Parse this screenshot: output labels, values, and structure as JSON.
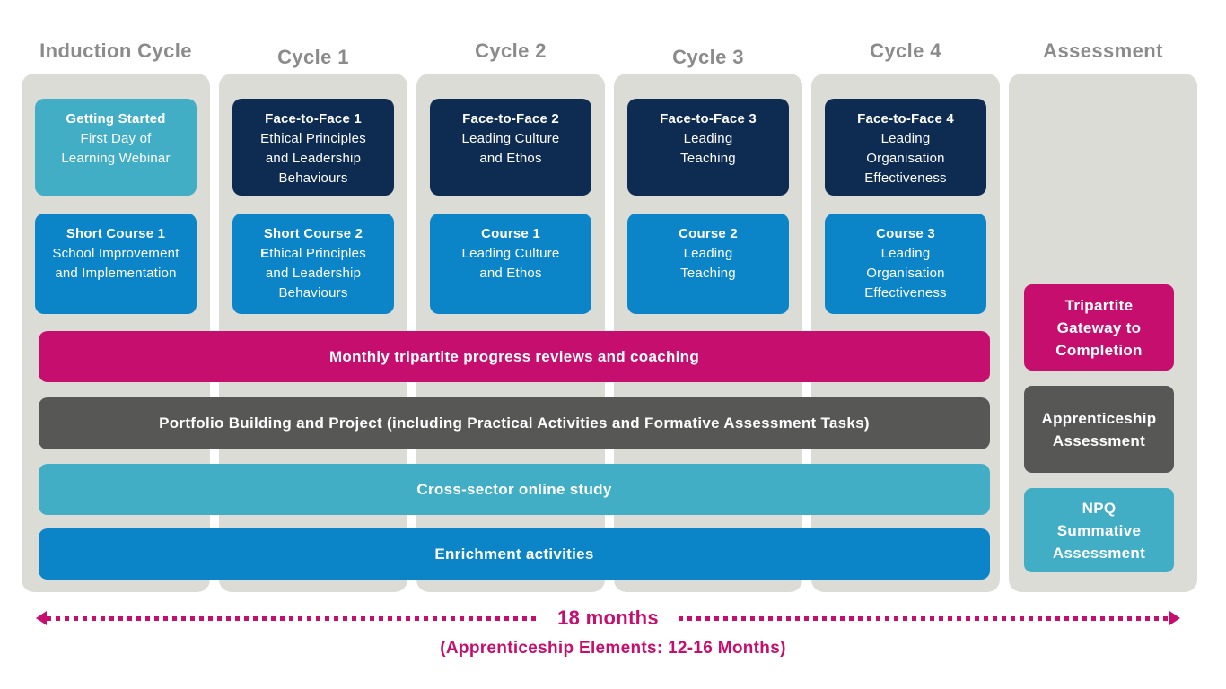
{
  "colors": {
    "teal": "#42AEC5",
    "blue": "#0B85C8",
    "navy": "#0E2B52",
    "magenta": "#C50E6E",
    "dark-gray": "#575756",
    "column-bg": "#DCDCD7",
    "header-gray": "#8B8B8B"
  },
  "columns": [
    {
      "header": "Induction Cycle",
      "boxes": [
        {
          "title": "Getting Started",
          "lines": [
            "First Day of",
            "Learning Webinar"
          ]
        },
        {
          "title": "Short Course 1",
          "lines": [
            "School Improvement",
            "and Implementation"
          ]
        }
      ]
    },
    {
      "header": "Cycle 1",
      "boxes": [
        {
          "title": "Face-to-Face 1",
          "lines": [
            "Ethical Principles",
            "and Leadership",
            "Behaviours"
          ]
        },
        {
          "title": "Short Course 2",
          "lines": [
            "Ethical Principles",
            "and Leadership",
            "Behaviours"
          ]
        }
      ]
    },
    {
      "header": "Cycle 2",
      "boxes": [
        {
          "title": "Face-to-Face 2",
          "lines": [
            "Leading Culture",
            "and Ethos"
          ]
        },
        {
          "title": "Course 1",
          "lines": [
            "Leading Culture",
            "and Ethos"
          ]
        }
      ]
    },
    {
      "header": "Cycle 3",
      "boxes": [
        {
          "title": "Face-to-Face 3",
          "lines": [
            "Leading",
            "Teaching"
          ]
        },
        {
          "title": "Course 2",
          "lines": [
            "Leading",
            "Teaching"
          ]
        }
      ]
    },
    {
      "header": "Cycle 4",
      "boxes": [
        {
          "title": "Face-to-Face 4",
          "lines": [
            "Leading",
            "Organisation",
            "Effectiveness"
          ]
        },
        {
          "title": "Course 3",
          "lines": [
            "Leading",
            "Organisation",
            "Effectiveness"
          ]
        }
      ]
    },
    {
      "header": "Assessment",
      "boxes": []
    }
  ],
  "bars": [
    {
      "label": "Monthly tripartite progress reviews and coaching"
    },
    {
      "label": "Portfolio Building and Project (including Practical Activities and Formative Assessment Tasks)"
    },
    {
      "label": "Cross-sector online study"
    },
    {
      "label": "Enrichment activities"
    }
  ],
  "assessment": [
    {
      "lines": [
        "Tripartite",
        "Gateway to",
        "Completion"
      ]
    },
    {
      "lines": [
        "Apprenticeship",
        "Assessment"
      ]
    },
    {
      "lines": [
        "NPQ",
        "Summative",
        "Assessment"
      ]
    }
  ],
  "timeline": {
    "duration": "18 months",
    "note": "(Apprenticeship Elements: 12-16 Months)"
  }
}
